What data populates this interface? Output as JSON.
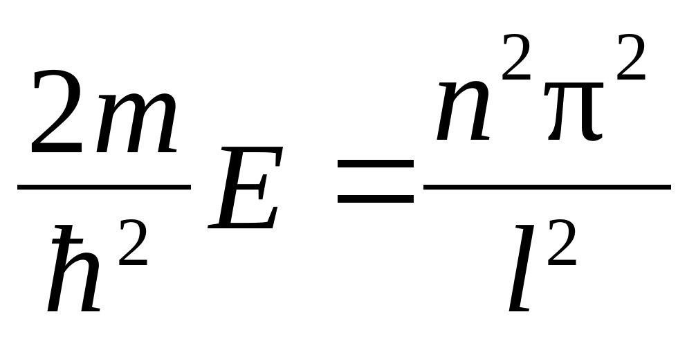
{
  "equation": {
    "left_fraction": {
      "numerator": {
        "coefficient": "2",
        "variable": "m"
      },
      "denominator": {
        "base": "ħ",
        "exponent": "2"
      }
    },
    "energy": "E",
    "equals": "=",
    "right_fraction": {
      "numerator": {
        "n": "n",
        "n_exponent": "2",
        "pi": "π",
        "pi_exponent": "2"
      },
      "denominator": {
        "base": "l",
        "exponent": "2"
      }
    }
  }
}
